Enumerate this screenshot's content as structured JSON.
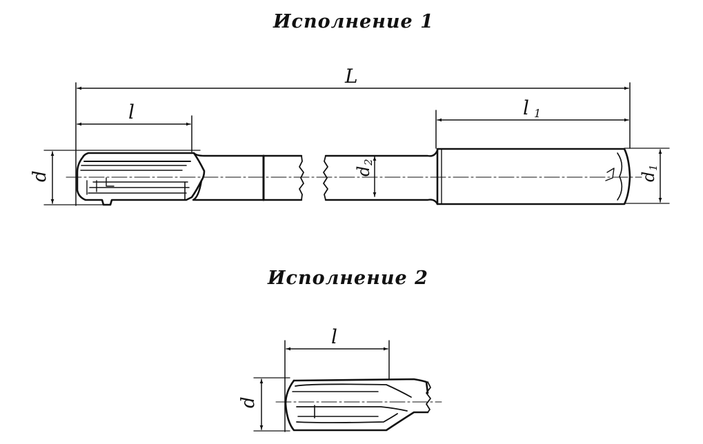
{
  "variant1": {
    "title": "Исполнение 1",
    "labels": {
      "L": "L",
      "l": "l",
      "l1": "l",
      "l1_sub": "1",
      "d": "d",
      "d1": "d",
      "d1_sub": "1",
      "d2": "d",
      "d2_sub": "2"
    }
  },
  "variant2": {
    "title": "Исполнение 2",
    "labels": {
      "l": "l",
      "d": "d"
    }
  }
}
